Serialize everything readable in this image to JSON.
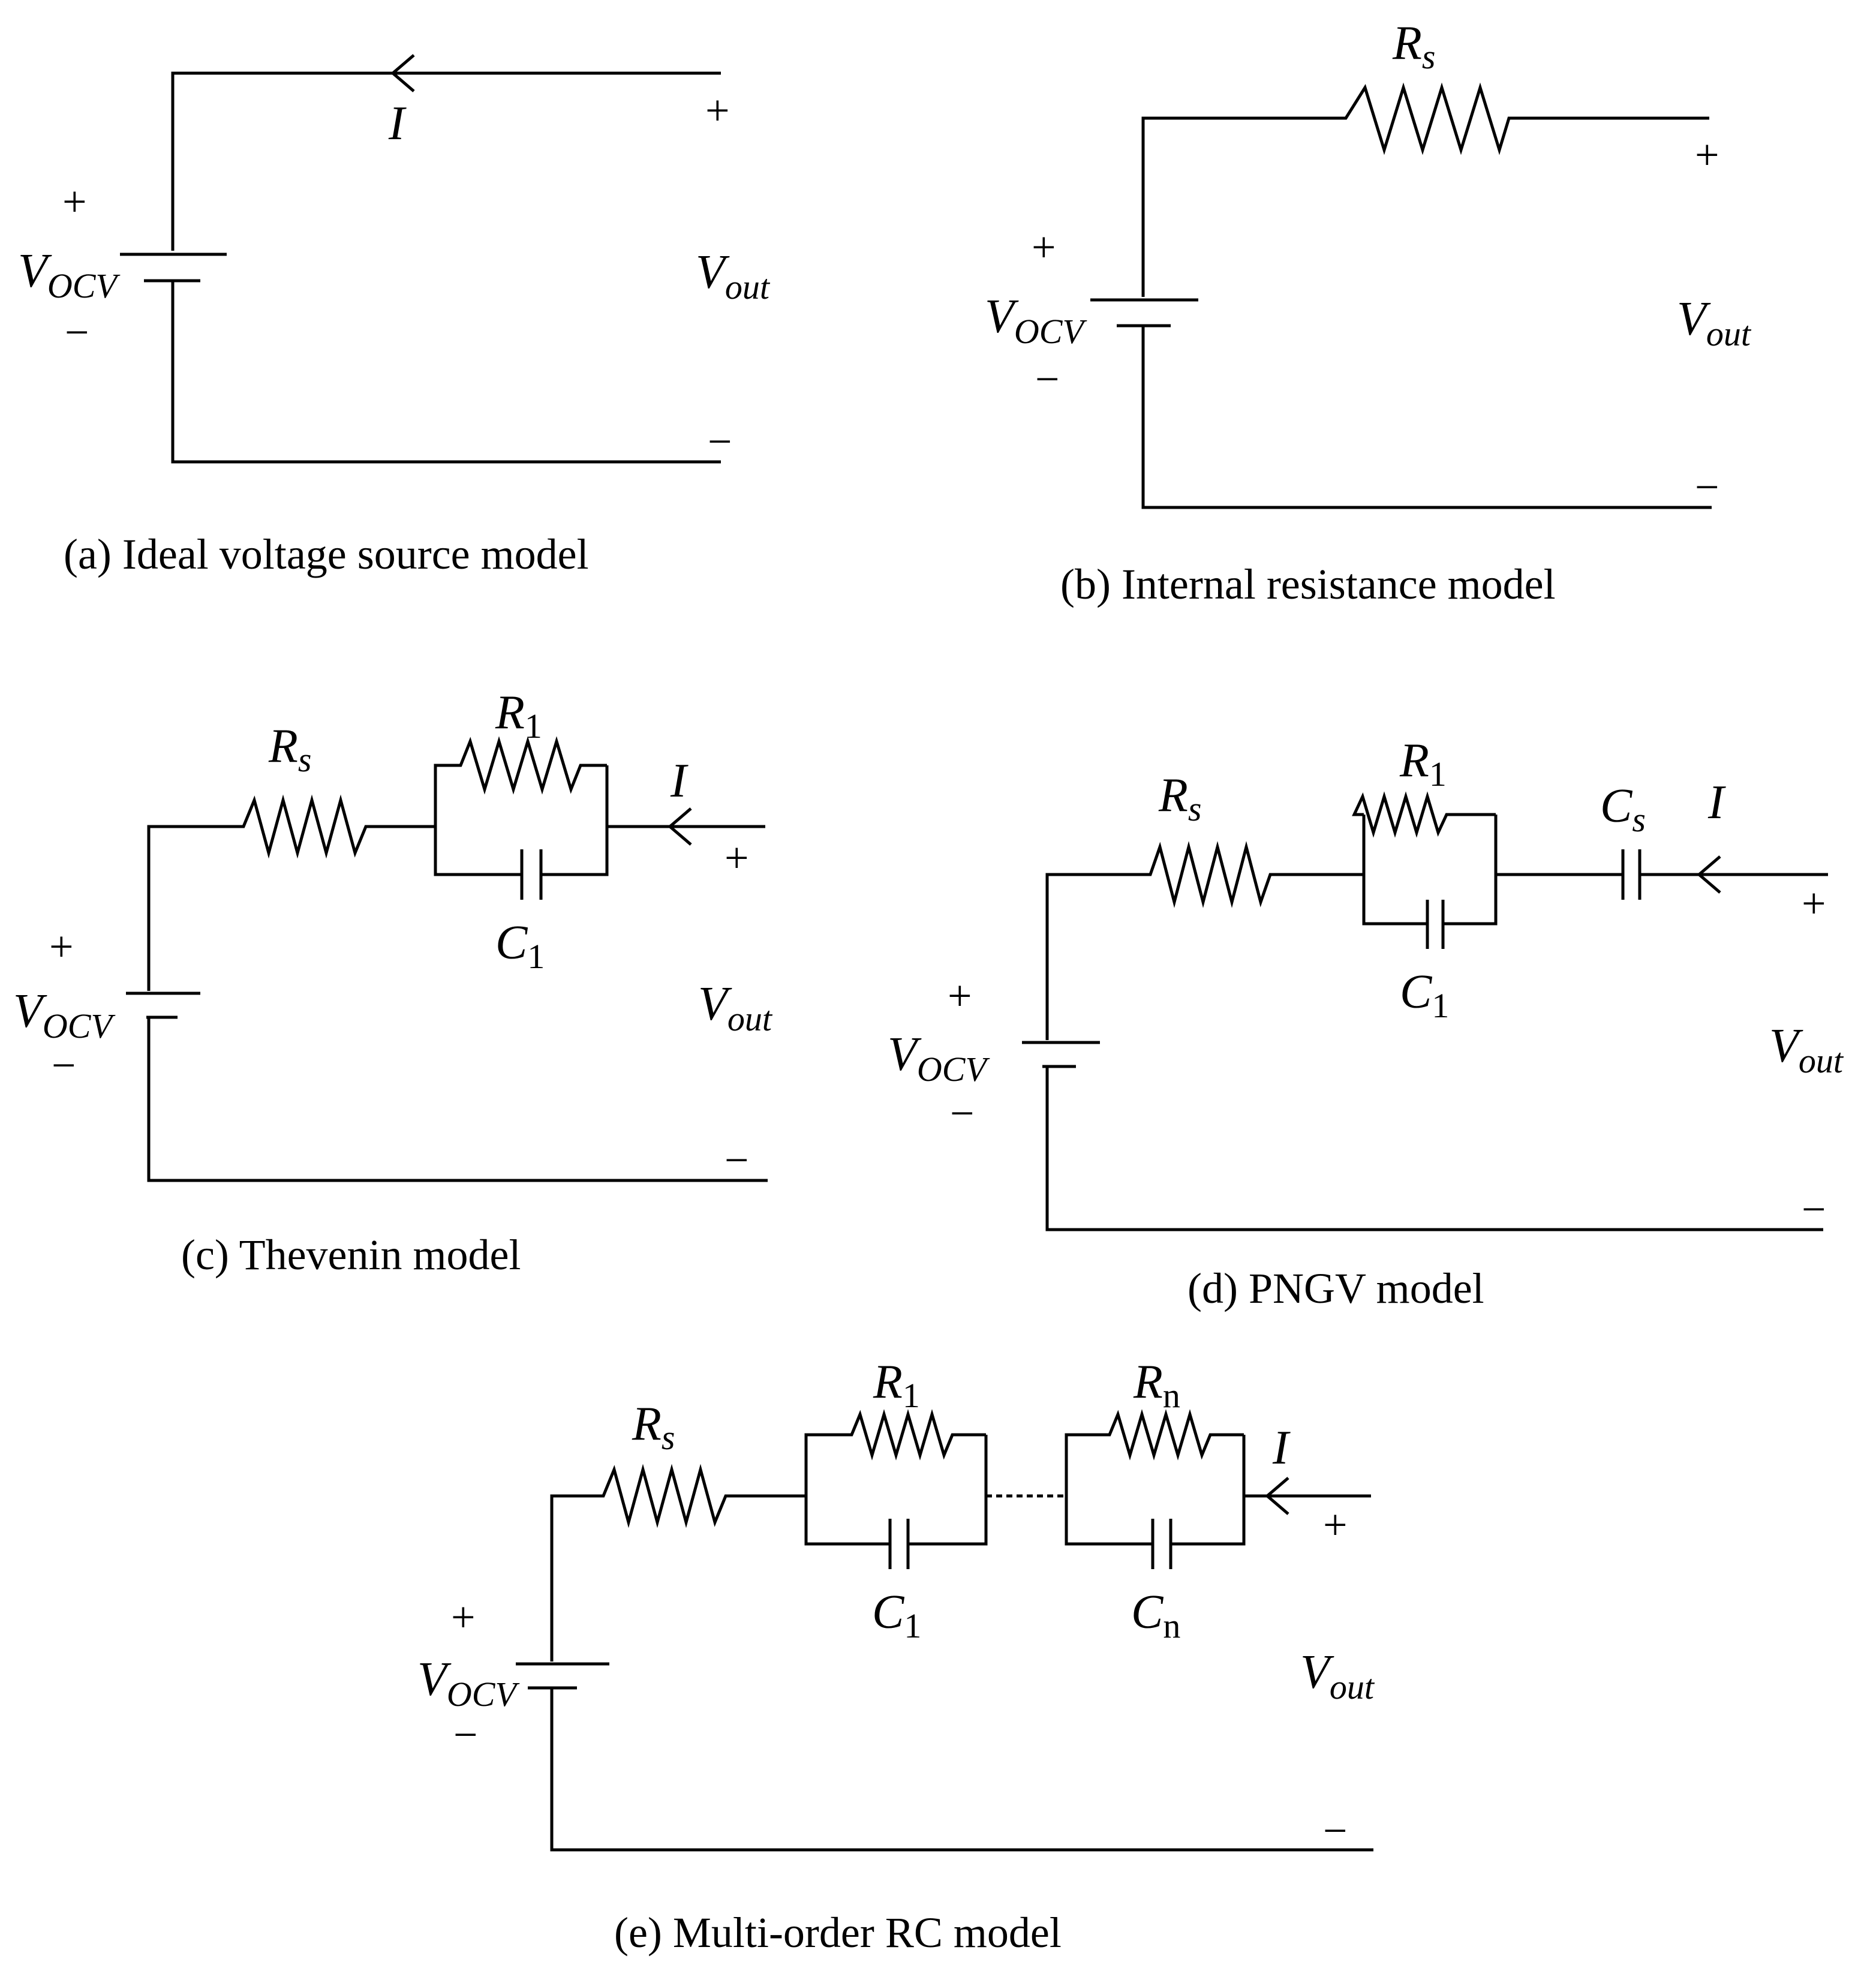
{
  "panels": {
    "a": {
      "caption": "(a) Ideal voltage source model",
      "labels": {
        "current": "I",
        "plus_top": "+",
        "minus_bottom": "−",
        "src_plus": "+",
        "src_minus": "−",
        "v_main": "V",
        "v_sub": "OCV",
        "out_main": "V",
        "out_sub": "out"
      }
    },
    "b": {
      "caption": "(b) Internal resistance model",
      "labels": {
        "rs_main": "R",
        "rs_sub": "s",
        "plus_top": "+",
        "minus_bottom": "−",
        "src_plus": "+",
        "src_minus": "−",
        "v_main": "V",
        "v_sub": "OCV",
        "out_main": "V",
        "out_sub": "out"
      }
    },
    "c": {
      "caption": "(c) Thevenin model",
      "labels": {
        "rs_main": "R",
        "rs_sub": "s",
        "r1_main": "R",
        "r1_sub": "1",
        "c1_main": "C",
        "c1_sub": "1",
        "current": "I",
        "plus_top": "+",
        "minus_bottom": "−",
        "src_plus": "+",
        "src_minus": "−",
        "v_main": "V",
        "v_sub": "OCV",
        "out_main": "V",
        "out_sub": "out"
      }
    },
    "d": {
      "caption": "(d) PNGV model",
      "labels": {
        "rs_main": "R",
        "rs_sub": "s",
        "r1_main": "R",
        "r1_sub": "1",
        "c1_main": "C",
        "c1_sub": "1",
        "cs_main": "C",
        "cs_sub": "s",
        "current": "I",
        "plus_top": "+",
        "minus_bottom": "−",
        "src_plus": "+",
        "src_minus": "−",
        "v_main": "V",
        "v_sub": "OCV",
        "out_main": "V",
        "out_sub": "out"
      }
    },
    "e": {
      "caption": "(e) Multi-order RC model",
      "labels": {
        "rs_main": "R",
        "rs_sub": "s",
        "r1_main": "R",
        "r1_sub": "1",
        "c1_main": "C",
        "c1_sub": "1",
        "rn_main": "R",
        "rn_sub": "n",
        "cn_main": "C",
        "cn_sub": "n",
        "current": "I",
        "plus_top": "+",
        "minus_bottom": "−",
        "src_plus": "+",
        "src_minus": "−",
        "v_main": "V",
        "v_sub": "OCV",
        "out_main": "V",
        "out_sub": "out"
      }
    }
  }
}
